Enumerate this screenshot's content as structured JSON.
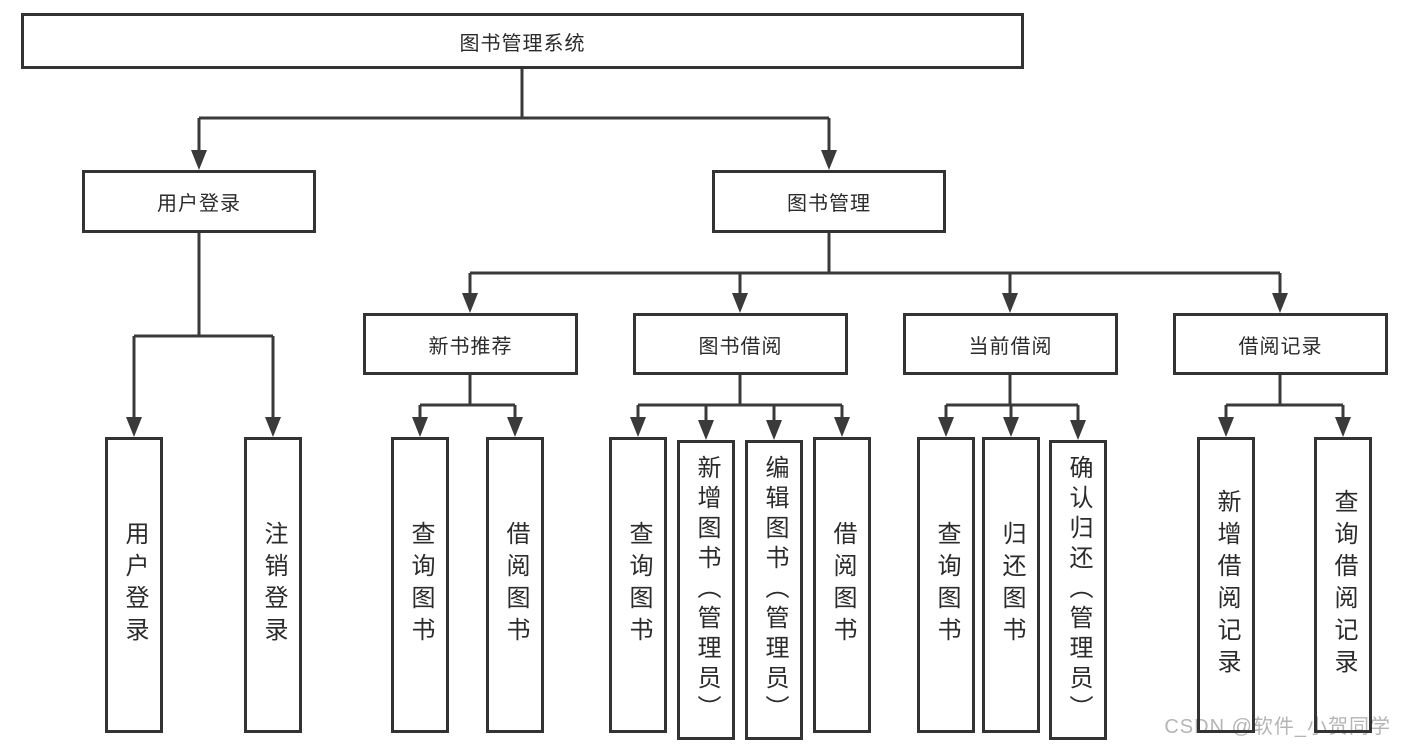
{
  "tree": {
    "root": "图书管理系统",
    "branches": [
      {
        "label": "用户登录",
        "children": [
          "用户登录",
          "注销登录"
        ]
      },
      {
        "label": "图书管理",
        "children": [
          {
            "label": "新书推荐",
            "children": [
              "查询图书",
              "借阅图书"
            ]
          },
          {
            "label": "图书借阅",
            "children": [
              "查询图书",
              "新增图书（管理员）",
              "编辑图书（管理员）",
              "借阅图书"
            ]
          },
          {
            "label": "当前借阅",
            "children": [
              "查询图书",
              "归还图书",
              "确认归还（管理员）"
            ]
          },
          {
            "label": "借阅记录",
            "children": [
              "新增借阅记录",
              "查询借阅记录"
            ]
          }
        ]
      }
    ]
  },
  "watermark": {
    "text": "CSDN @软件_小贺同学"
  },
  "colors": {
    "line": "#3a3a3a",
    "border": "#333333",
    "text": "#2b2b2b",
    "background": "#ffffff",
    "watermark": "#b5b5b5"
  }
}
